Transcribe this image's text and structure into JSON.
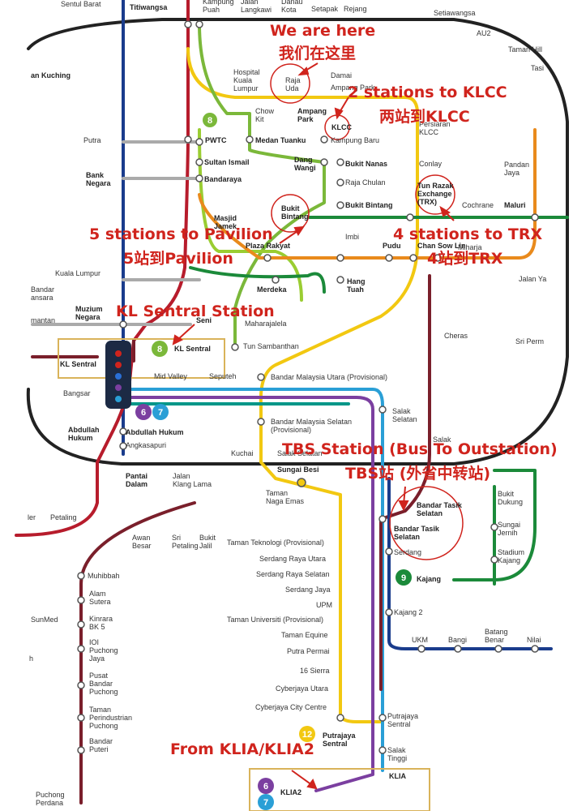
{
  "colors": {
    "circle_line": "#222222",
    "red_line": "#b71c2c",
    "blue_line": "#1a3c8c",
    "yellow_line": "#f2c811",
    "green_line": "#7bb83a",
    "lime_line": "#9acd32",
    "orange_line": "#e98a1c",
    "dark_green_line": "#1b8a3a",
    "maroon_line": "#7a1f2b",
    "purple_line": "#7b3fa0",
    "cyan_line": "#2a9fd6",
    "teal_line": "#009688",
    "grey_line": "#9e9e9e",
    "annotation": "#d0241d",
    "highlight_box": "#d9b35a"
  },
  "badges": [
    {
      "id": "b8a",
      "text": "8",
      "color": "#7bb83a"
    },
    {
      "id": "b8b",
      "text": "8",
      "color": "#7bb83a"
    },
    {
      "id": "b6a",
      "text": "6",
      "color": "#7b3fa0"
    },
    {
      "id": "b7a",
      "text": "7",
      "color": "#2a9fd6"
    },
    {
      "id": "b9",
      "text": "9",
      "color": "#1b8a3a"
    },
    {
      "id": "b12",
      "text": "12",
      "color": "#f2c811"
    },
    {
      "id": "b6b",
      "text": "6",
      "color": "#7b3fa0"
    },
    {
      "id": "b7b",
      "text": "7",
      "color": "#2a9fd6"
    }
  ],
  "annotations": {
    "we_are_here_en": "We are here",
    "we_are_here_zh": "我们在这里",
    "klcc_en": "2 stations to KLCC",
    "klcc_zh": "两站到KLCC",
    "pavilion_en": "5 stations to Pavilion",
    "pavilion_zh": "5站到Pavilion",
    "trx_en": "4 stations to TRX",
    "trx_zh": "4站到TRX",
    "kl_sentral_station": "KL Sentral Station",
    "tbs_en": "TBS Station (Bus To Outstation)",
    "tbs_zh": "TBS站 (外省中转站)",
    "from_klia": "From KLIA/KLIA2"
  },
  "stations": {
    "sentul_barat": "Sentul Barat",
    "titiwangsa": "Titiwangsa",
    "kampung_puah": "Kampung\nPuah",
    "jalan_langkawi": "Jalan\nLangkawi",
    "danau_kota": "Danau\nKota",
    "setapak": "Setapak",
    "rejang": "Rejang",
    "setiawangsa": "Setiawangsa",
    "au2": "AU2",
    "taman_hillview": "Taman Hill",
    "tasik": "Tasi",
    "jalan_kuching": "an Kuching",
    "hospital_kl": "Hospital\nKuala\nLumpur",
    "raja_uda": "Raja\nUda",
    "damai": "Damai",
    "ampang_park_top": "Ampang Park",
    "chow_kit": "Chow\nKit",
    "ampang_park": "Ampang\nPark",
    "klcc": "KLCC",
    "persiaran_klcc": "Persiaran\nKLCC",
    "kampung_baru": "Kampung Baru",
    "putra": "Putra",
    "pwtc": "PWTC",
    "medan_tuanku": "Medan Tuanku",
    "conlay": "Conlay",
    "pandan_jaya": "Pandan\nJaya",
    "bank_negara": "Bank\nNegara",
    "sultan_ismail": "Sultan Ismail",
    "bandaraya": "Bandaraya",
    "dang_wangi": "Dang\nWangi",
    "bukit_nanas": "Bukit Nanas",
    "raja_chulan": "Raja Chulan",
    "tun_razak_exchange": "Tun Razak\nExchange\n(TRX)",
    "cochrane": "Cochrane",
    "maluri": "Maluri",
    "masjid_jamek": "Masjid\nJamek",
    "bukit_bintang_circle": "Bukit\nBintang",
    "bukit_bintang": "Bukit Bintang",
    "plaza_rakyat": "Plaza Rakyat",
    "imbi": "Imbi",
    "pudu": "Pudu",
    "chan_sow_lin": "Chan Sow Lin",
    "miharja": "Miharja",
    "kuala_lumpur": "Kuala Lumpur",
    "merdeka": "Merdeka",
    "hang_tuah": "Hang\nTuah",
    "jalan_yaacob": "Jalan Ya",
    "bandar_wawasan": "Bandar\nansara",
    "muzium_negara": "Muzium\nNegara",
    "pasar_seni": "Seni",
    "maharajalela": "Maharajalela",
    "mantan": "mantan",
    "cheras": "Cheras",
    "sri_permaisuri": "Sri Perm",
    "kl_sentral_box": "KL Sentral",
    "kl_sentral_mono": "KL Sentral",
    "tun_sambanthan": "Tun Sambanthan",
    "mid_valley": "Mid Valley",
    "seputeh": "Seputeh",
    "bandar_malaysia_utara": "Bandar Malaysia Utara (Provisional)",
    "bangsar": "Bangsar",
    "abdullah_hukum_left": "Abdullah\nHukum",
    "abdullah_hukum": "Abdullah Hukum",
    "angkasapuri": "Angkasapuri",
    "salak_selatan_top": "Salak\nSelatan",
    "bandar_malaysia_selatan": "Bandar Malaysia Selatan\n(Provisional)",
    "kuchai": "Kuchai",
    "salak_selatan": "Salak Selatan",
    "salak_right": "Salak",
    "sungai_besi": "Sungai Besi",
    "pantai_dalam": "Pantai\nDalam",
    "jalan_klang_lama": "Jalan\nKlang Lama",
    "taman_naga_emas": "Taman\nNaga Emas",
    "bukit_dukung": "Bukit\nDukung",
    "petaling": "Petaling",
    "ler": "ler",
    "bandar_tasik_selatan_a": "Bandar Tasik\nSelatan",
    "bandar_tasik_selatan_b": "Bandar Tasik\nSelatan",
    "sungai_jernih": "Sungai\nJernih",
    "awan_besar": "Awan\nBesar",
    "sri_petaling": "Sri\nPetaling",
    "bukit_jalil": "Bukit\nJalil",
    "taman_teknologi": "Taman Teknologi (Provisional)",
    "serdang_raya_utara": "Serdang Raya Utara",
    "serdang_raya_selatan": "Serdang Raya Selatan",
    "serdang": "Serdang",
    "stadium_kajang": "Stadium\nKajang",
    "muhibbah": "Muhibbah",
    "kajang": "Kajang",
    "alam_sutera": "Alam\nSutera",
    "serdang_jaya": "Serdang Jaya",
    "upm": "UPM",
    "sunmed": "SunMed",
    "kinrara": "Kinrara\nBK 5",
    "kajang_2": "Kajang 2",
    "taman_universiti": "Taman Universiti (Provisional)",
    "ukm": "UKM",
    "bangi": "Bangi",
    "batang_benar": "Batang\nBenar",
    "nilai": "Nilai",
    "ioi_puchong": "IOI\nPuchong\nJaya",
    "taman_equine": "Taman Equine",
    "putra_permai": "Putra Permai",
    "h": "h",
    "pusat_bandar_puchong": "Pusat\nBandar\nPuchong",
    "sixteen_sierra": "16 Sierra",
    "cyberjaya_utara": "Cyberjaya Utara",
    "taman_perindustrian": "Taman\nPerindustrian\nPuchong",
    "cyberjaya_city_centre": "Cyberjaya City Centre",
    "putrajaya_sentral_small": "Putrajaya\nSentral",
    "putrajaya_sentral": "Putrajaya\nSentral",
    "bandar_puteri": "Bandar\nPuteri",
    "salak_tinggi": "Salak\nTinggi",
    "klia": "KLIA",
    "klia2": "KLIA2",
    "puchong_perdana": "Puchong\nPerdana"
  }
}
